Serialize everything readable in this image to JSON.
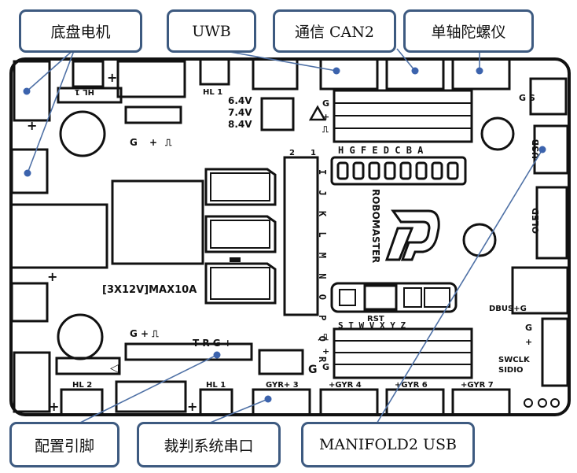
{
  "callouts": {
    "chassis_motor": "底盘电机",
    "uwb": "UWB",
    "comm_can2": "通信 CAN2",
    "single_axis_gyro": "单轴陀螺仪",
    "config_pins": "配置引脚",
    "referee_serial": "裁判系统串口",
    "manifold_usb": "MANIFOLD2 USB"
  },
  "silkscreen": {
    "voltage_64": "6.4V",
    "voltage_74": "7.4V",
    "voltage_84": "8.4V",
    "power_rating": "[3X12V]MAX10A",
    "brand": "ROBOMASTER",
    "rst": "RST",
    "swclk": "SWCLK",
    "sidio": "SIDIO",
    "usb": "USB",
    "oled": "OLED",
    "hl_left": "HL 1",
    "hl_top": "HL 1",
    "hl_bottom_left": "HL 2",
    "hl_bottom_mid": "HL 1",
    "gyr3": "GYR+ 3",
    "gyr4": "+GYR 4",
    "gyr6": "+GYR 6",
    "gyr7": "+GYR 7",
    "trg": "T R G +",
    "g_plus": "G + ⎍",
    "pins_top": "H G F E D C B A",
    "pins_vert": "I J K L M N O P Q R",
    "pins_bottom": "S T W V X Y Z"
  },
  "colors": {
    "callout_border": "#3d5a80",
    "leader": "#4f71a6",
    "dot": "#3c63ad",
    "outline": "#111111"
  }
}
